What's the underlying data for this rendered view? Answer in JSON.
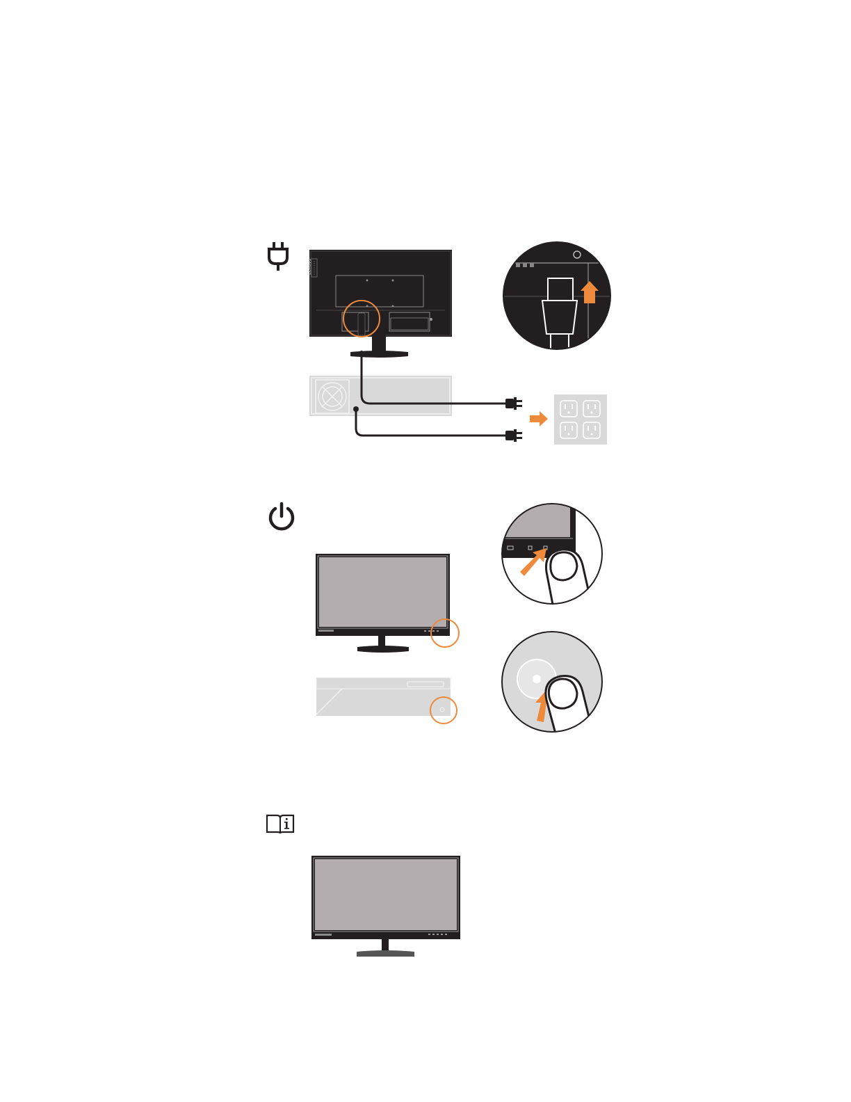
{
  "page": {
    "background": "#ffffff"
  },
  "colors": {
    "accent_orange": "#ee8a3c",
    "monitor_dark": "#231f20",
    "screen_gray": "#b3adb0",
    "panel_gray": "#d9d9d9",
    "light_gray": "#e6e6e6"
  },
  "steps": [
    {
      "id": "connect-power",
      "icon": "power-plug-icon",
      "illustrations": [
        "monitor-rear-with-power-cable",
        "power-connector-closeup",
        "computer-case-with-fan",
        "wall-power-outlets"
      ]
    },
    {
      "id": "power-on",
      "icon": "power-button-icon",
      "illustrations": [
        "monitor-front-power-button-highlight",
        "finger-pressing-monitor-button-closeup",
        "computer-power-button-highlight",
        "finger-pressing-computer-button-closeup"
      ]
    },
    {
      "id": "read-manual",
      "icon": "manual-info-icon",
      "illustrations": [
        "monitor-front-powered-on"
      ]
    }
  ],
  "branding": {
    "monitor_logo": "Lenovo"
  }
}
